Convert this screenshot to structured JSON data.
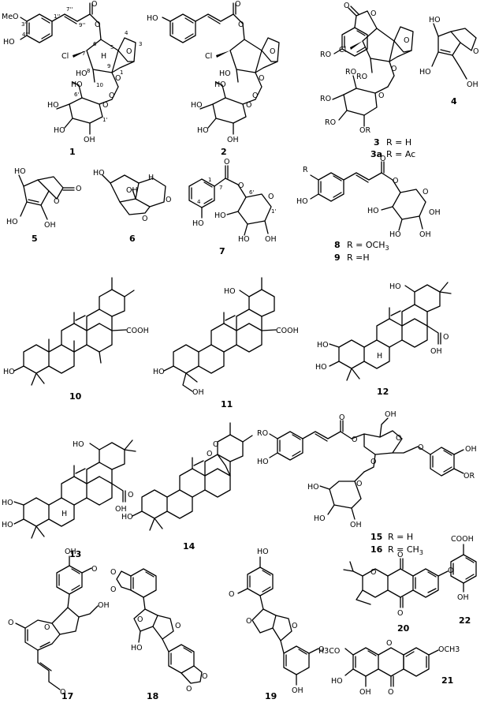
{
  "compounds": [
    {
      "id": "1"
    },
    {
      "id": "2"
    },
    {
      "id": "3"
    },
    {
      "id": "3a"
    },
    {
      "id": "4"
    },
    {
      "id": "5"
    },
    {
      "id": "6"
    },
    {
      "id": "7"
    },
    {
      "id": "8"
    },
    {
      "id": "9"
    },
    {
      "id": "10"
    },
    {
      "id": "11"
    },
    {
      "id": "12"
    },
    {
      "id": "13"
    },
    {
      "id": "14"
    },
    {
      "id": "15"
    },
    {
      "id": "16"
    },
    {
      "id": "17"
    },
    {
      "id": "18"
    },
    {
      "id": "19"
    },
    {
      "id": "20"
    },
    {
      "id": "21"
    },
    {
      "id": "22"
    }
  ],
  "legends": {
    "c3": "R = H",
    "c3a": "R = Ac",
    "c8": "R = OCH",
    "c8_sub": "3",
    "c9": "R =H",
    "c15": "R = H",
    "c16": "R = CH",
    "c16_sub": "3"
  },
  "atoms": {
    "ome": "MeO",
    "oh": "OH",
    "ho": "HO",
    "o": "O",
    "cl": "Cl",
    "h": "H",
    "ro": "RO",
    "or": "OR",
    "cooh": "COOH",
    "h3co": "H3CO",
    "och3": "OCH3",
    "r": "R"
  },
  "locants": {
    "c3pp": "3''",
    "c1pp": "1''",
    "c7pp": "7''",
    "c9pp": "9''",
    "c4pp": "4''",
    "c6": "6",
    "c5": "5",
    "c4": "4",
    "c3": "3",
    "c7": "7",
    "c8": "8",
    "c9": "9",
    "c10": "10",
    "c1": "1",
    "c6p": "6'",
    "c1p": "1'",
    "k1": "1",
    "k7": "7",
    "k4": "4",
    "k6p": "6'",
    "k1p": "1'"
  },
  "colors": {
    "ink": "#000000",
    "background": "#ffffff"
  }
}
